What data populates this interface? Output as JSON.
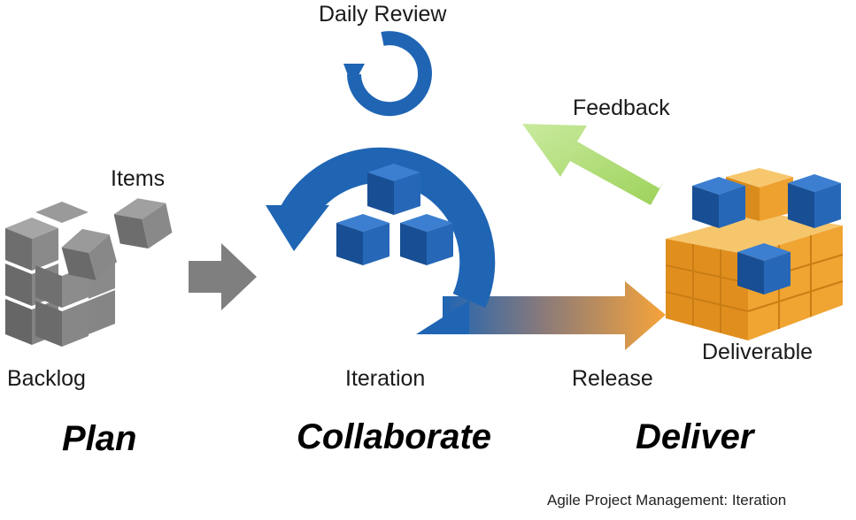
{
  "labels": {
    "daily_review": "Daily Review",
    "feedback": "Feedback",
    "items": "Items",
    "backlog": "Backlog",
    "iteration": "Iteration",
    "release": "Release",
    "deliverable": "Deliverable"
  },
  "phases": {
    "plan": "Plan",
    "collaborate": "Collaborate",
    "deliver": "Deliver"
  },
  "caption": "Agile Project Management: Iteration",
  "colors": {
    "cycle_blue": "#1f65b4",
    "cube_gray": "#7a7a7a",
    "cube_blue": "#1e5aa8",
    "cube_orange": "#f0a431",
    "feedback_green": "#b6e07a",
    "release_orange": "#f7a43a",
    "arrow_gray": "#808080"
  }
}
